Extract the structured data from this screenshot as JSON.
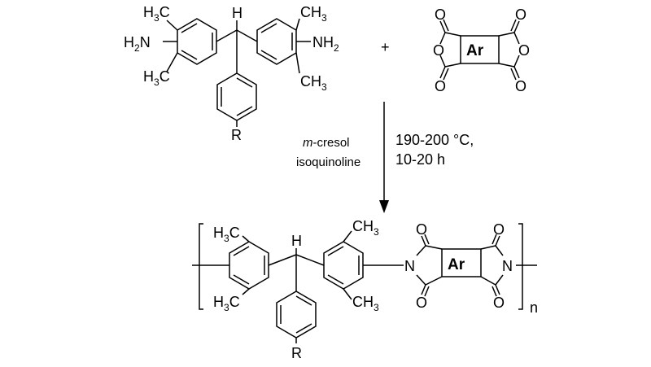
{
  "monomer_diamine": {
    "methyl_top_left": "H",
    "methyl_top_left_sub": "3",
    "methyl_top_left_tail": "C",
    "methyl_top_right": "CH",
    "methyl_top_right_sub": "3",
    "methyl_bottom_left": "H",
    "methyl_bottom_left_sub": "3",
    "methyl_bottom_left_tail": "C",
    "methyl_bottom_right": "CH",
    "methyl_bottom_right_sub": "3",
    "amine_left": "H",
    "amine_left_sub": "2",
    "amine_left_tail": "N",
    "amine_right": "NH",
    "amine_right_sub": "2",
    "bridge_h": "H",
    "substituent": "R"
  },
  "plus_sign": "+",
  "monomer_dianhydride": {
    "core_label": "Ar",
    "oxygen": "O"
  },
  "conditions": {
    "solvent_prefix": "m",
    "solvent_suffix": "-cresol",
    "catalyst": "isoquinoline",
    "temperature": "190-200 °C,",
    "time": "10-20 h"
  },
  "polymer": {
    "methyl_top_left": "H",
    "methyl_top_left_sub": "3",
    "methyl_top_left_tail": "C",
    "methyl_top_right": "CH",
    "methyl_top_right_sub": "3",
    "methyl_bottom_left": "H",
    "methyl_bottom_left_sub": "3",
    "methyl_bottom_left_tail": "C",
    "methyl_bottom_right": "CH",
    "methyl_bottom_right_sub": "3",
    "bridge_h": "H",
    "substituent": "R",
    "core_label": "Ar",
    "oxygen": "O",
    "imide_n": "N",
    "repeat_n": "n"
  }
}
